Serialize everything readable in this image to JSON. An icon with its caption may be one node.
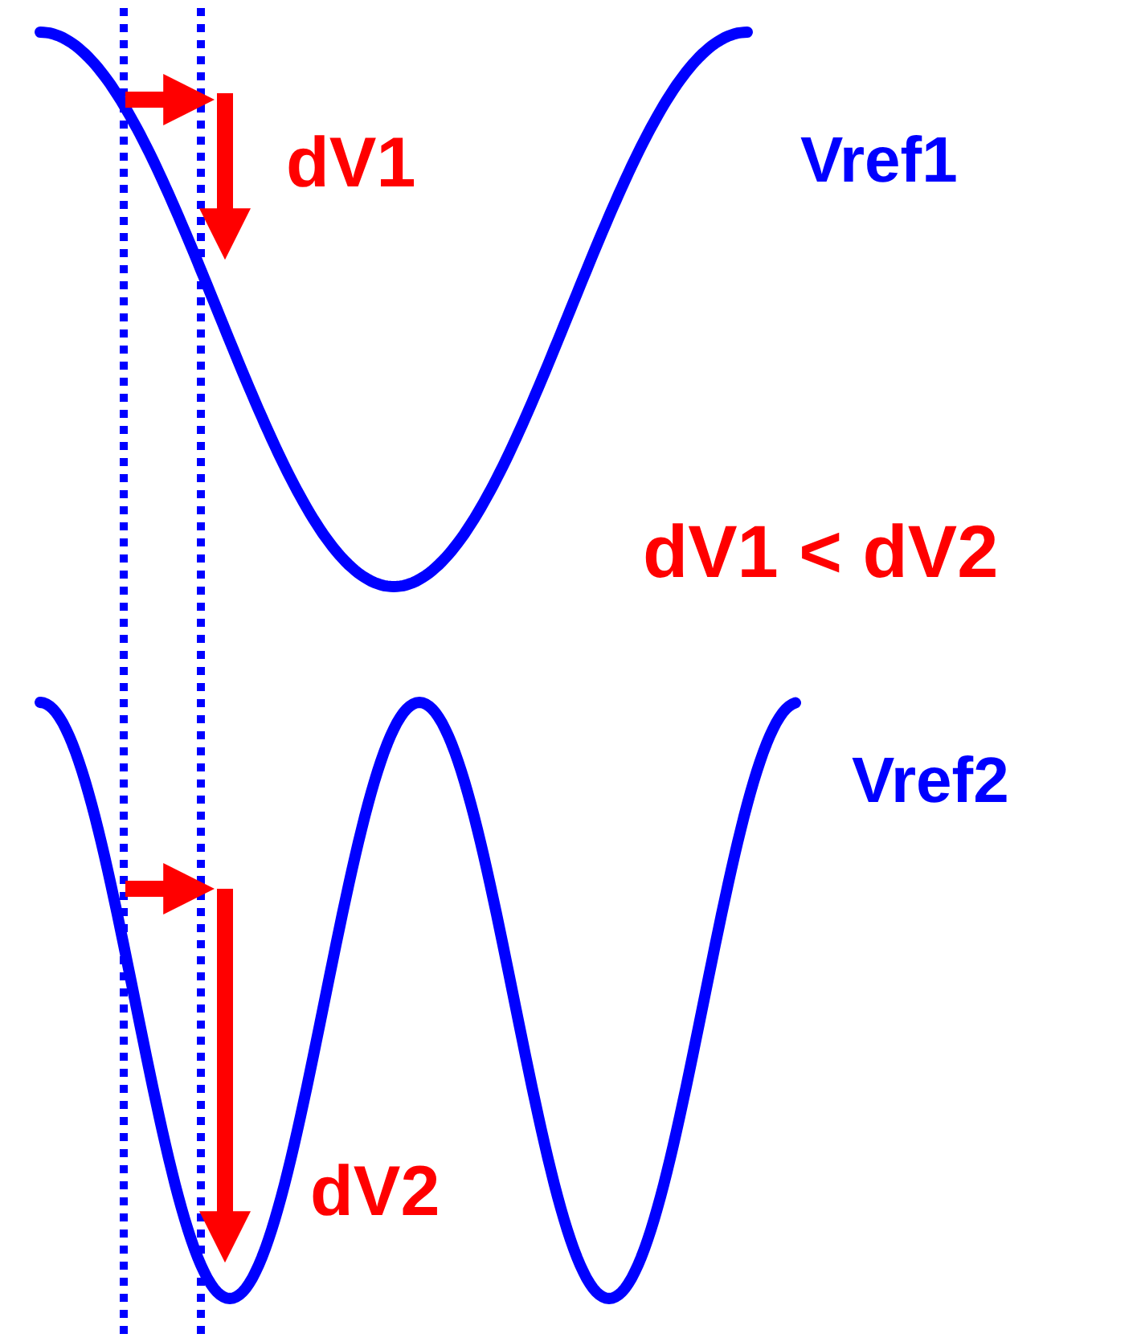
{
  "diagram": {
    "labels": [
      "dV1",
      "Vref1",
      "dV1 < dV2",
      "Vref2",
      "dV2"
    ]
  }
}
